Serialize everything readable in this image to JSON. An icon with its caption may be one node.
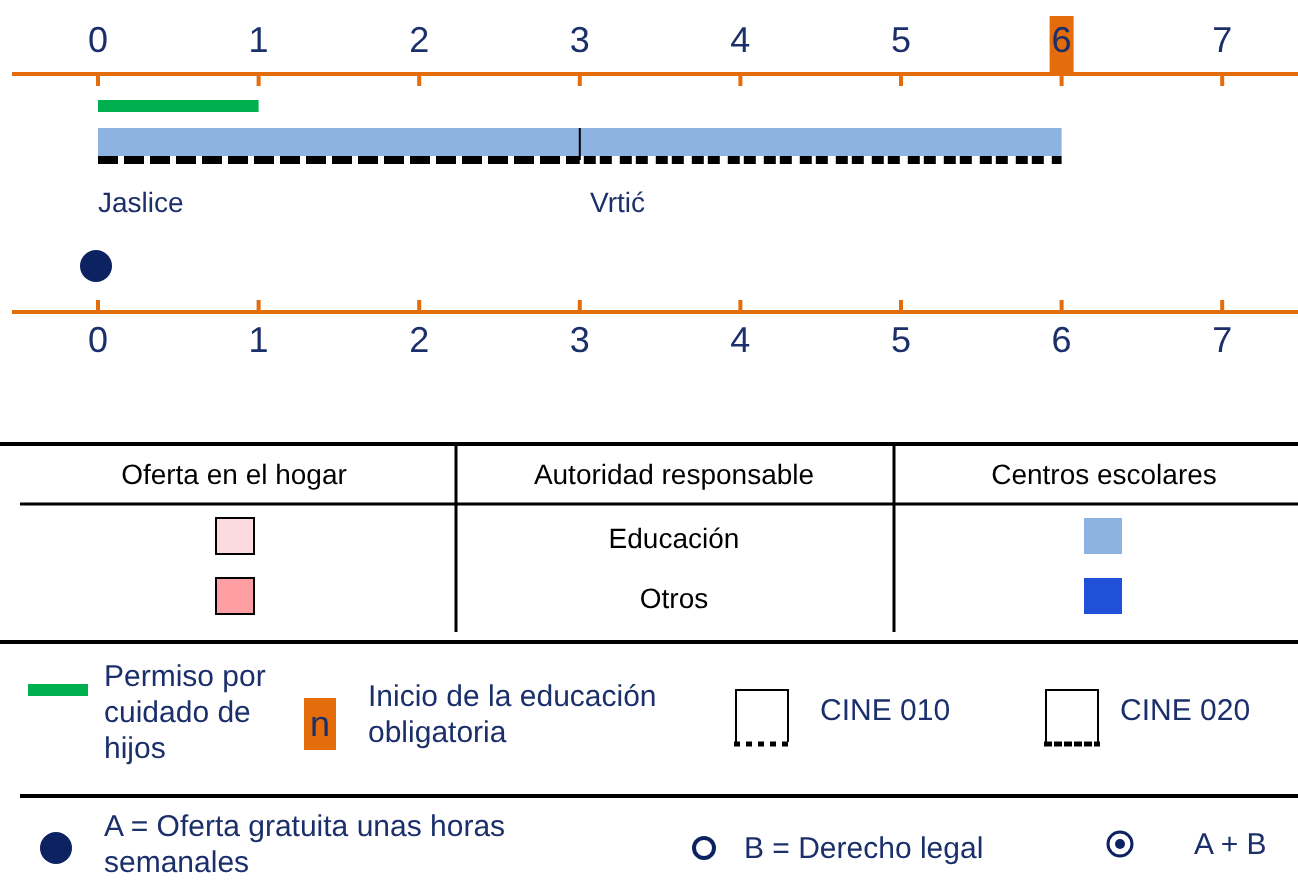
{
  "diagram": {
    "labels": [
      "0",
      "1",
      "2",
      "3",
      "4",
      "5",
      "6",
      "7",
      "Jaslice",
      "Vrtić",
      "0",
      "1",
      "2",
      "3",
      "4",
      "5",
      "6",
      "7",
      "Oferta en el hogar",
      "Autoridad responsable",
      "Centros escolares",
      "Educación",
      "Otros",
      "n"
    ],
    "legend": [
      {
        "text": "Permiso por cuidado de hijos",
        "color": "#00b050"
      },
      {
        "text": "Inicio de la educación obligatoria",
        "color": "#e46c0a"
      },
      {
        "text": "CINE 010"
      },
      {
        "text": "CINE 020"
      },
      {
        "text": "A = Oferta gratuita unas horas semanales"
      },
      {
        "text": "B = Derecho legal"
      },
      {
        "text": "A + B"
      }
    ]
  }
}
